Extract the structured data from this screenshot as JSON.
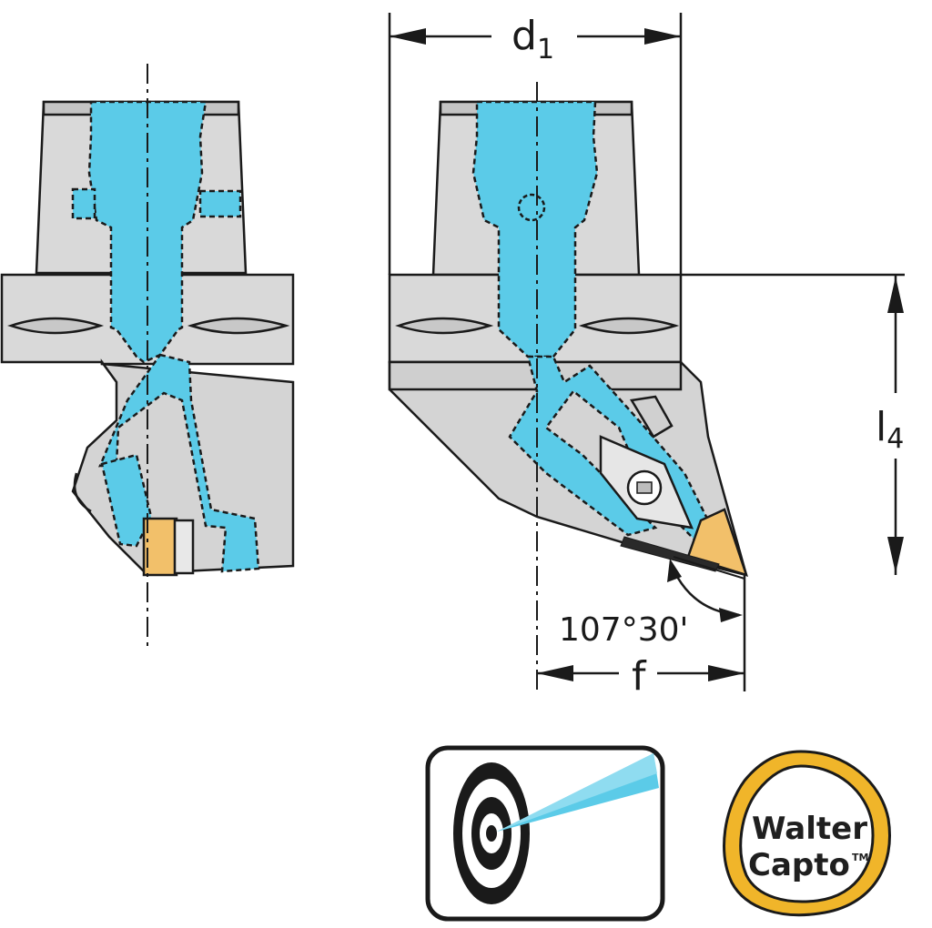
{
  "dimensions": {
    "d1": {
      "main": "d",
      "sub": "1"
    },
    "l4": {
      "main": "l",
      "sub": "4"
    },
    "f": {
      "main": "f"
    },
    "angle": "107°30'"
  },
  "logo": {
    "line1": "Walter",
    "line2": "Capto",
    "mark": "TM"
  },
  "colors": {
    "body": "#d9d9d9",
    "body_dark": "#c4c4c4",
    "coolant": "#5bcbe8",
    "insert": "#f2c06a",
    "outline": "#1a1a1a",
    "logo_ring": "#f0b52a"
  },
  "icons": [
    "internal-coolant-target-icon",
    "walter-capto-logo"
  ]
}
